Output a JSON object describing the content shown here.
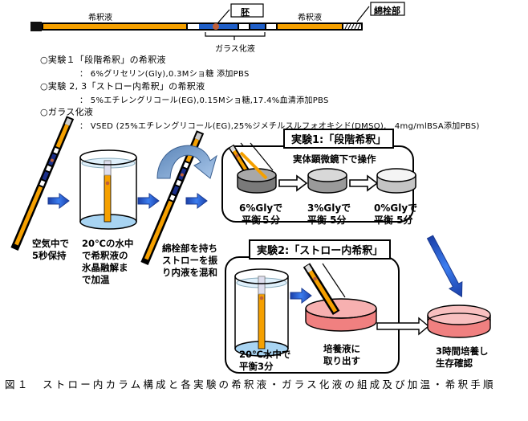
{
  "straw_diagram": {
    "label_left": "希釈液",
    "label_right": "希釈液",
    "label_embryo": "胚",
    "label_plug": "綿栓部",
    "label_vitrification": "ガラス化液",
    "colors": {
      "dilution": "#f5a000",
      "vitrification": "#1f5fc8",
      "embryo": "#c0603a",
      "frame": "#000000"
    }
  },
  "notes": [
    {
      "heading": "○実験１「段階希釈」の希釈液",
      "detail": "： 6%グリセリン(Gly),0.3Mショ糖 添加PBS"
    },
    {
      "heading": "○実験 2, 3「ストロー内希釈」の希釈液",
      "detail": "： 5%エチレングリコール(EG),0.15Mショ糖,17.4%血清添加PBS"
    },
    {
      "heading": "○ガラス化液",
      "detail": "： VSED (25%エチレングリコール(EG),25%ジメチルスルフォオキシド(DMSO),　4mg/mlBSA添加PBS)"
    }
  ],
  "steps": {
    "air_hold": "空気中で\n5秒保持",
    "warm": "20℃の水中\nで希釈液の\n氷晶融解ま\nで加温",
    "shake": "綿栓部を持ち\nストローを振\nり内液を混和"
  },
  "experiment1": {
    "title": "実験1:「段階希釈」",
    "subtitle": "実体顕微鏡下で操作",
    "dishes": [
      {
        "label": "6%Glyで\n平衡５分",
        "fill": "#7a7a7a"
      },
      {
        "label": "3%Glyで\n平衡 5分",
        "fill": "#9a9a9a"
      },
      {
        "label": "0%Glyで\n平衡 5分",
        "fill": "#c4c4c4"
      }
    ]
  },
  "experiment2": {
    "title": "実験2:「ストロー内希釈」",
    "water_label": "20℃水中で\n平衡3分",
    "medium_label": "培養液に\n取り出す"
  },
  "final": {
    "label": "3時間培養し\n生存確認",
    "fill": "#f08080"
  },
  "caption": "図１　ストロー内カラム構成と各実験の希釈液・ガラス化液の組成及び加温・希釈手順"
}
